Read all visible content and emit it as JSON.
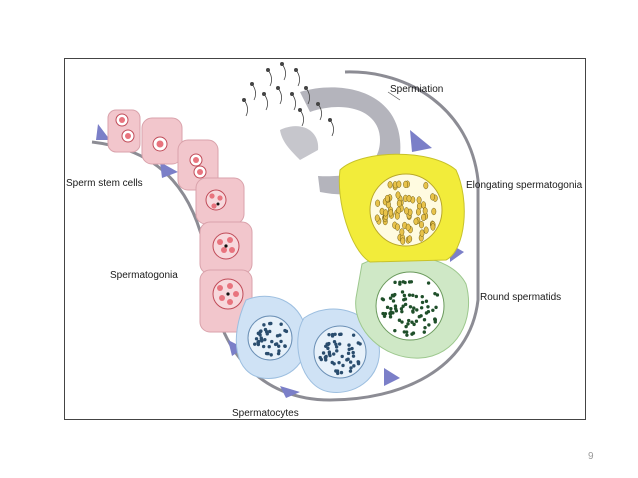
{
  "diagram": {
    "labels": {
      "spermiation": "Spermiation",
      "sperm_stem_cells": "Sperm stem cells",
      "elongating": "Elongating spermatogonia",
      "spermatogonia": "Spermatogonia",
      "round_spermatids": "Round spermatids",
      "spermatocytes": "Spermatocytes"
    },
    "colors": {
      "stem_cell_pink": "#f2c6cc",
      "nucleus_red": "#e8747e",
      "spermatocyte_blue": "#cfe2f5",
      "elongating_yellow": "#f2ec3a",
      "round_spermatid_green": "#cfe8c6",
      "sertoli_purple": "#7b7fc8",
      "lumen_gray": "#b4b4bc",
      "membrane_gray": "#8c8c94"
    }
  },
  "footer": {
    "slide_number": "9"
  }
}
